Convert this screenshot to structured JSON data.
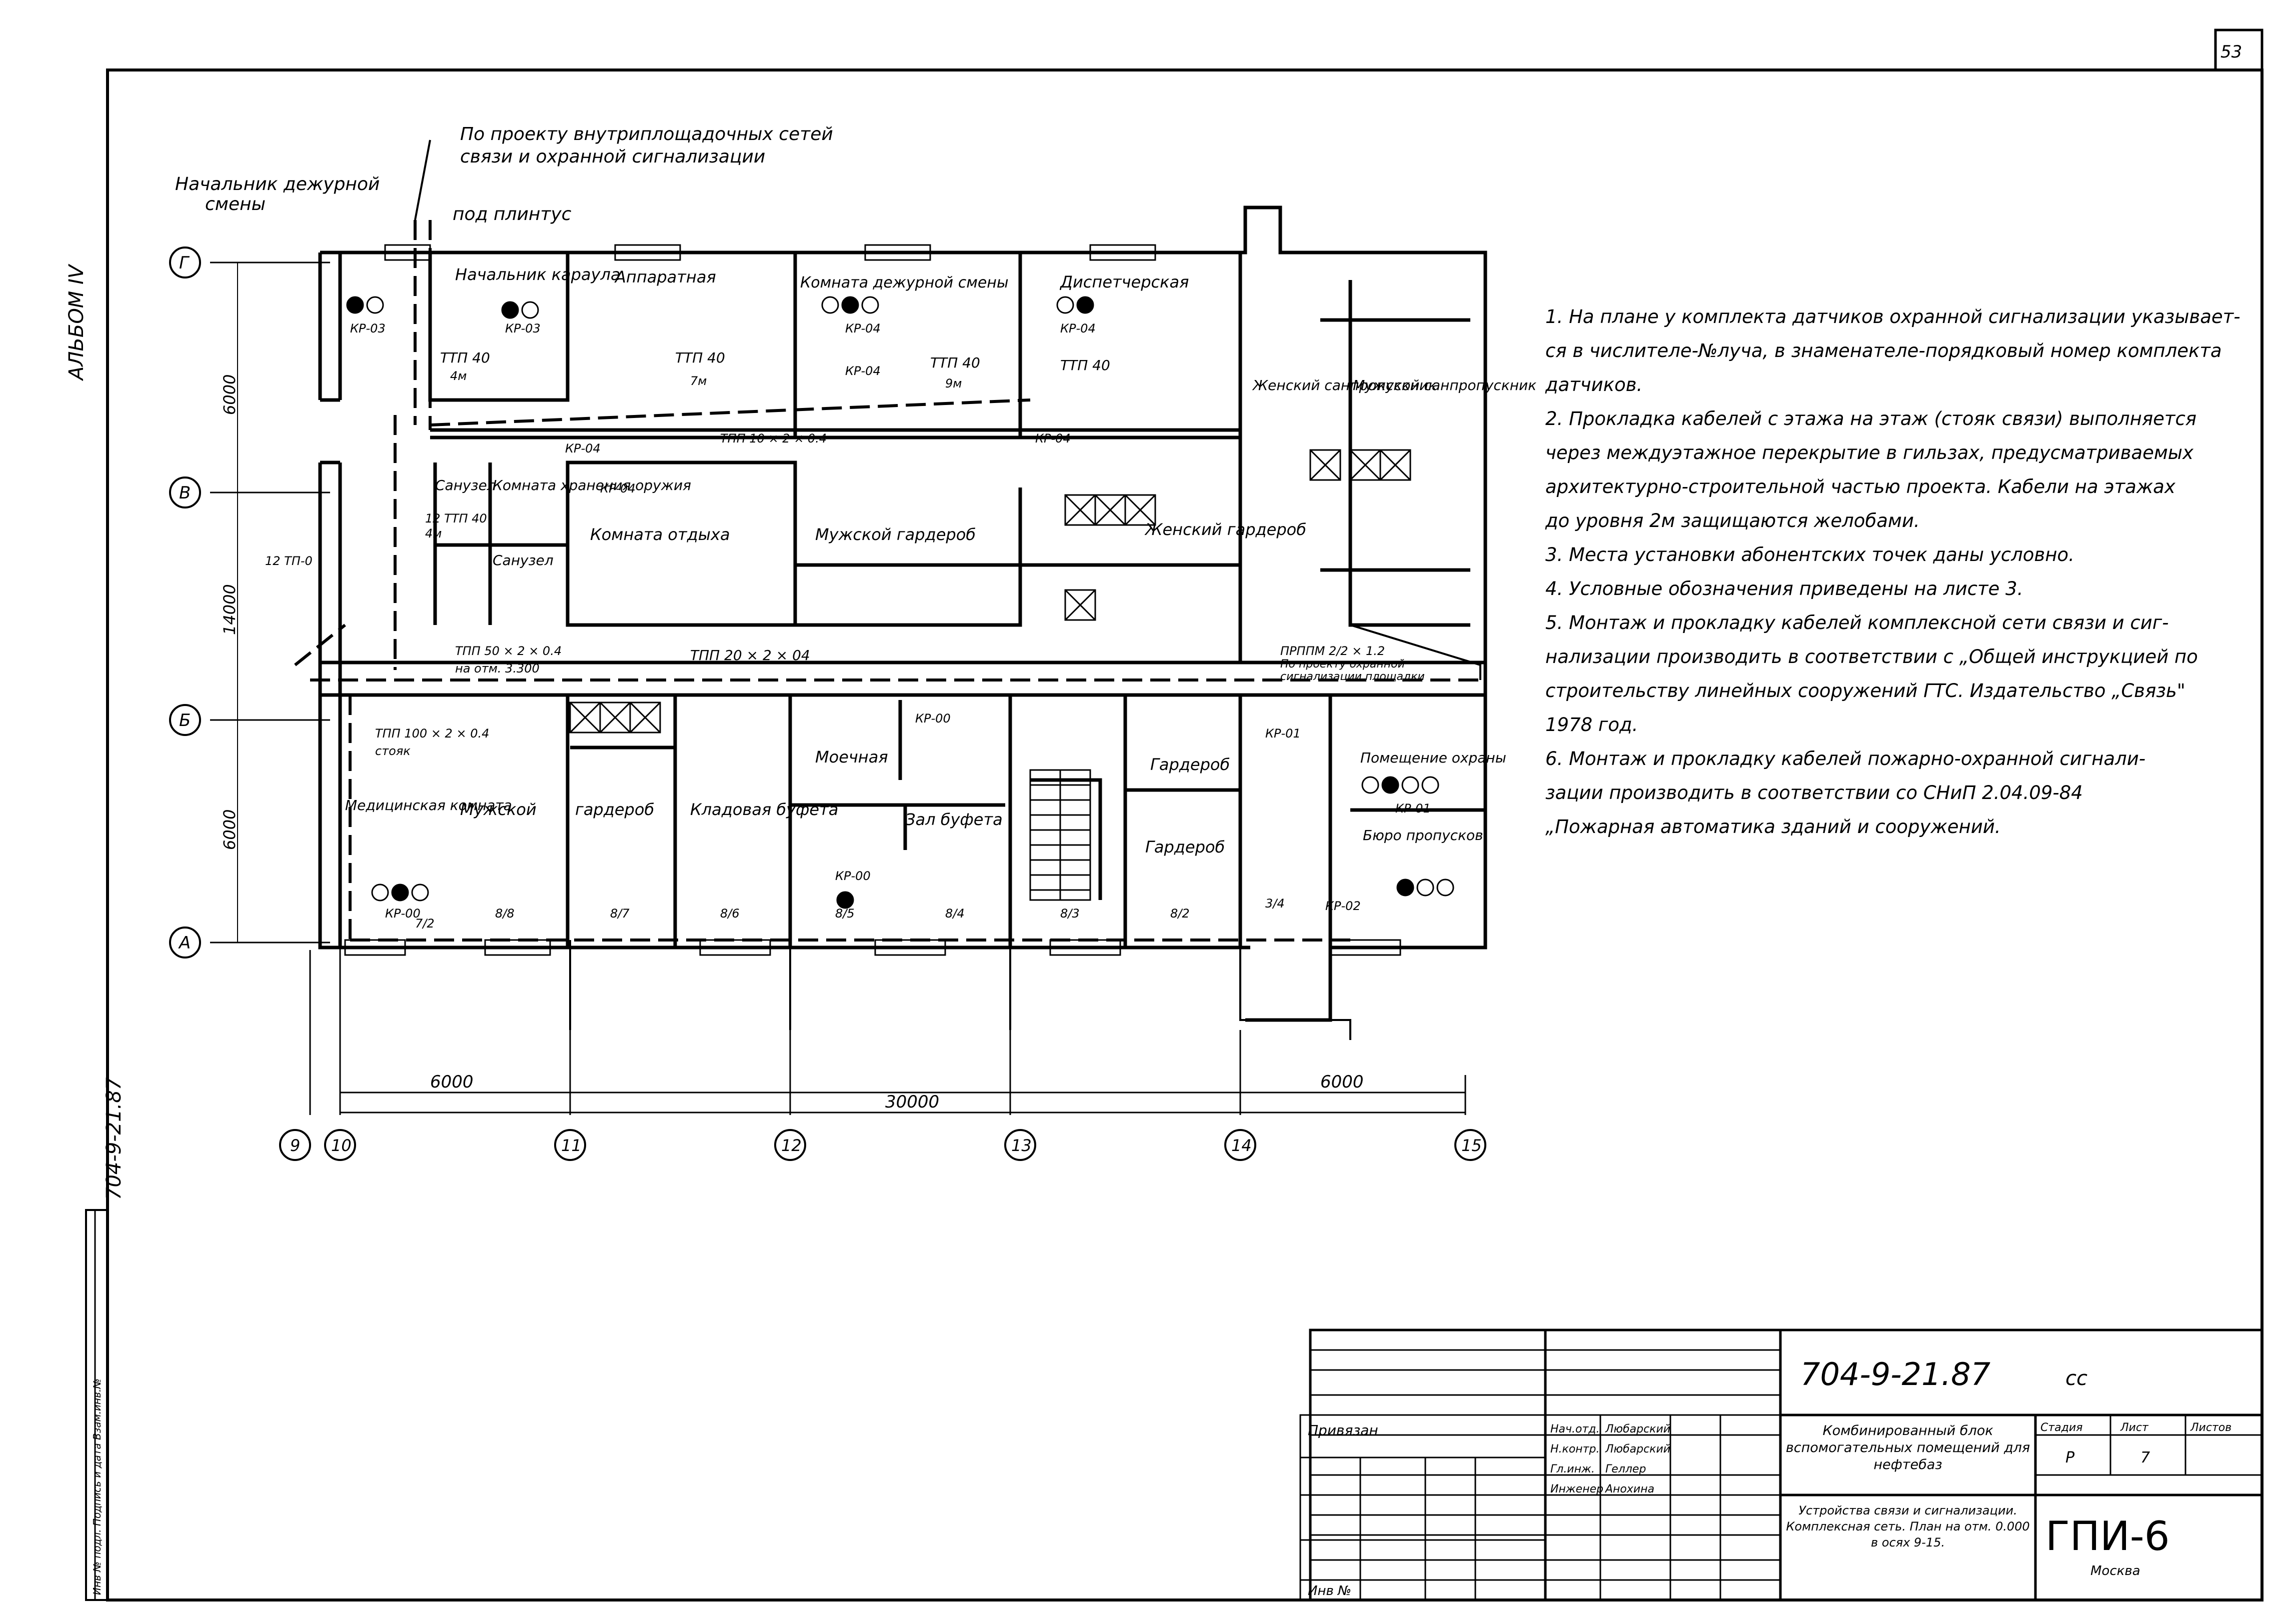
{
  "sheet_number": "53",
  "album": "АЛЬБОМ IV",
  "doc_code_side": "704-9-21.87",
  "side_stamp": "Инв № подл. Подпись и дата Взам.инв.№",
  "callouts": {
    "internal_nets": "По проекту внутриплощадочных сетей",
    "internal_nets2": "связи и охранной сигнализации",
    "chief_shift": "Начальник дежурной",
    "chief_shift2": "смены",
    "baseboard": "под плинтус",
    "security_project": "По проекту охранной",
    "security_project2": "сигнализации площадки",
    "prppm": "ПРППМ 2/2 × 1.2"
  },
  "axes_rows": [
    "Г",
    "В",
    "Б",
    "А"
  ],
  "axes_cols": [
    "9",
    "10",
    "11",
    "12",
    "13",
    "14",
    "15"
  ],
  "dims": {
    "d1": "6000",
    "d2": "14000",
    "d3": "6000",
    "b1": "6000",
    "b2": "30000",
    "b3": "6000"
  },
  "rooms": {
    "r1": "Начальник караула",
    "r2": "Аппаратная",
    "r3": "Комната дежурной смены",
    "r4": "Диспетчерская",
    "r5": "Женский санпропускник",
    "r6": "Мужской санпропускник",
    "r7": "Санузел",
    "r8": "Комната хранения оружия",
    "r9": "Санузел",
    "r10": "Комната отдыха",
    "r11": "Мужской гардероб",
    "r12": "Женский гардероб",
    "r13": "Медицинская комната",
    "r14": "Мужской",
    "r15": "гардероб",
    "r16": "Кладовая буфета",
    "r17": "Моечная",
    "r18": "Зал буфета",
    "r19": "Гардероб",
    "r20": "Гардероб",
    "r21": "Помещение охраны",
    "r22": "Бюро пропусков"
  },
  "labels": {
    "kp03a": "КР-03",
    "kp03b": "КР-03",
    "kp04a": "КР-04",
    "kp04b": "КР-04",
    "kp04c": "КР-04",
    "kp04d": "КР-04",
    "kp04e": "КР-04",
    "kp04f": "КР-04",
    "kp00a": "КР-00",
    "kp00b": "КР-00",
    "kp00c": "КР-00",
    "kp01a": "КР-01",
    "kp01b": "КР-01",
    "kp02": "КР-02",
    "ttp1": "ТТП 40",
    "ttp1b": "4м",
    "ttp2": "ТТП 40",
    "ttp2b": "7м",
    "ttp3": "ТТП 40",
    "ttp3b": "9м",
    "ttp4": "ТТП 40",
    "tpp1": "ТПП 10 × 2 × 0.4",
    "tpp2": "ТПП 20 × 2 × 04",
    "tpp3": "ТПП 50 × 2 × 0.4",
    "tpp3b": "на отм. 3.300",
    "tpp4": "ТПП 100 × 2 × 0.4",
    "stoyak": "стояк",
    "ttp5": "12 ТТП 40",
    "ttp5b": "4м",
    "ttp6": "12 ТП-0",
    "b1": "8/8",
    "b2": "8/7",
    "b3": "8/6",
    "b4": "8/5",
    "b5": "8/4",
    "b6": "8/3",
    "b7": "8/2",
    "b8": "7/2",
    "b9": "3/4"
  },
  "notes": [
    "1. На плане у комплекта датчиков охранной сигнализации указывает-",
    "ся в числителе-№луча, в знаменателе-порядковый номер комплекта датчиков.",
    "2. Прокладка кабелей с этажа на этаж (стояк связи) выполняется",
    "через междуэтажное перекрытие в гильзах, предусматриваемых",
    "архитектурно-строительной частью проекта. Кабели на этажах",
    "до уровня 2м защищаются желобами.",
    "3. Места установки абонентских точек даны условно.",
    "4. Условные обозначения приведены на листе 3.",
    "5. Монтаж и прокладку кабелей комплексной сети связи и сиг-",
    "нализации производить в соответствии с „Общей инструкцией по",
    "строительству линейных сооружений ГТС. Издательство „Связь\"",
    "1978 год.",
    "6. Монтаж и прокладку кабелей пожарно-охранной сигнали-",
    "зации производить в соответствии со СНиП 2.04.09-84",
    "„Пожарная автоматика зданий и сооружений."
  ],
  "title_block": {
    "code": "704-9-21.87",
    "code_suffix": "сс",
    "privyazan": "Привязан",
    "inv": "Инв №",
    "project_title": "Комбинированный блок вспомогательных помещений для нефтебаз",
    "sheet_title": "Устройства связи и сигнализации. Комплексная сеть. План на отм. 0.000 в осях 9-15.",
    "stage_h": "Стадия",
    "sheet_h": "Лист",
    "sheets_h": "Листов",
    "stage": "Р",
    "sheet": "7",
    "sheets": "",
    "org": "ГПИ-6",
    "city": "Москва",
    "signers": [
      {
        "role": "Нач.отд.",
        "name": "Любарский"
      },
      {
        "role": "Н.контр.",
        "name": "Любарский"
      },
      {
        "role": "Гл.инж.",
        "name": "Геллер"
      },
      {
        "role": "Инженер",
        "name": "Анохина"
      }
    ]
  }
}
